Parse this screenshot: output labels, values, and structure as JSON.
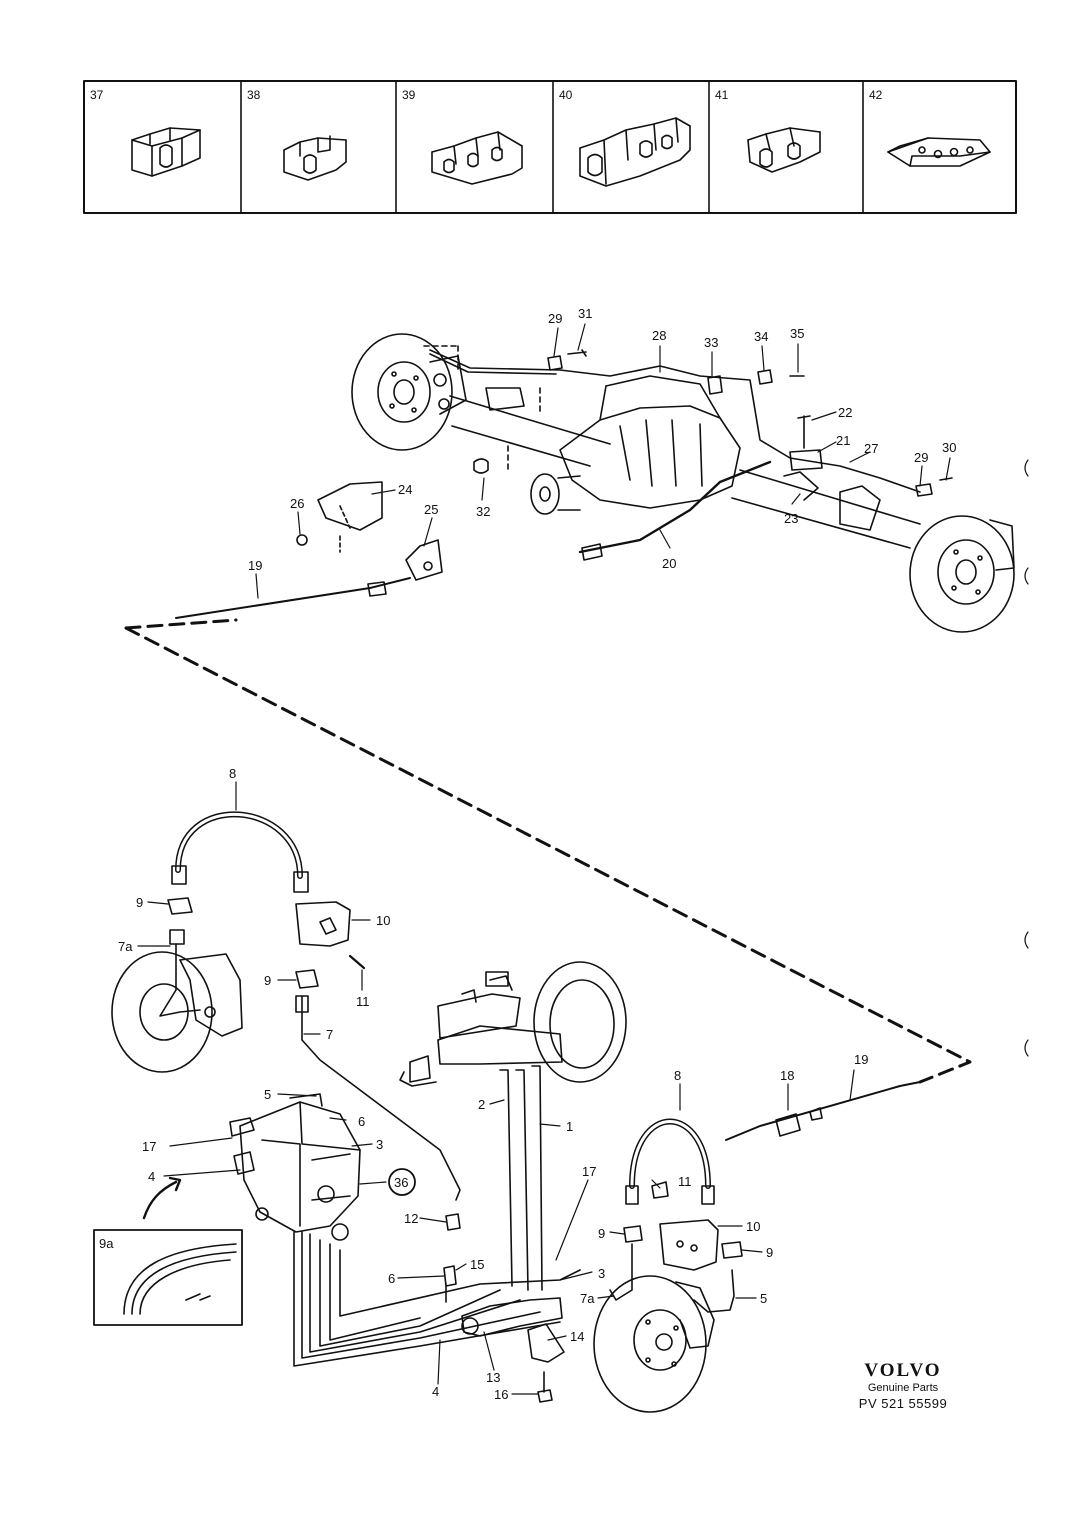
{
  "clip_table": [
    {
      "number": "37"
    },
    {
      "number": "38"
    },
    {
      "number": "39"
    },
    {
      "number": "40"
    },
    {
      "number": "41"
    },
    {
      "number": "42"
    }
  ],
  "callouts": {
    "n1": "1",
    "n2": "2",
    "n3a": "3",
    "n3b": "3",
    "n4a": "4",
    "n4b": "4",
    "n5a": "5",
    "n5b": "5",
    "n6a": "6",
    "n6b": "6",
    "n7": "7",
    "n7a_l": "7a",
    "n7a_r": "7a",
    "n8a": "8",
    "n8b": "8",
    "n9a": "9",
    "n9b": "9",
    "n9c": "9",
    "n9d": "9",
    "n9e": "9a",
    "n10a": "10",
    "n10b": "10",
    "n11a": "11",
    "n11b": "11",
    "n12": "12",
    "n13": "13",
    "n14": "14",
    "n15": "15",
    "n16": "16",
    "n17a": "17",
    "n17b": "17",
    "n18": "18",
    "n19a": "19",
    "n19b": "19",
    "n20": "20",
    "n21": "21",
    "n22": "22",
    "n23": "23",
    "n24": "24",
    "n25": "25",
    "n26": "26",
    "n27": "27",
    "n28": "28",
    "n29a": "29",
    "n29b": "29",
    "n30": "30",
    "n31": "31",
    "n32": "32",
    "n33": "33",
    "n34": "34",
    "n35": "35",
    "n36": "36"
  },
  "brand": {
    "logo": "VOLVO",
    "subtitle": "Genuine Parts",
    "part_ref": "PV 521 55599"
  }
}
